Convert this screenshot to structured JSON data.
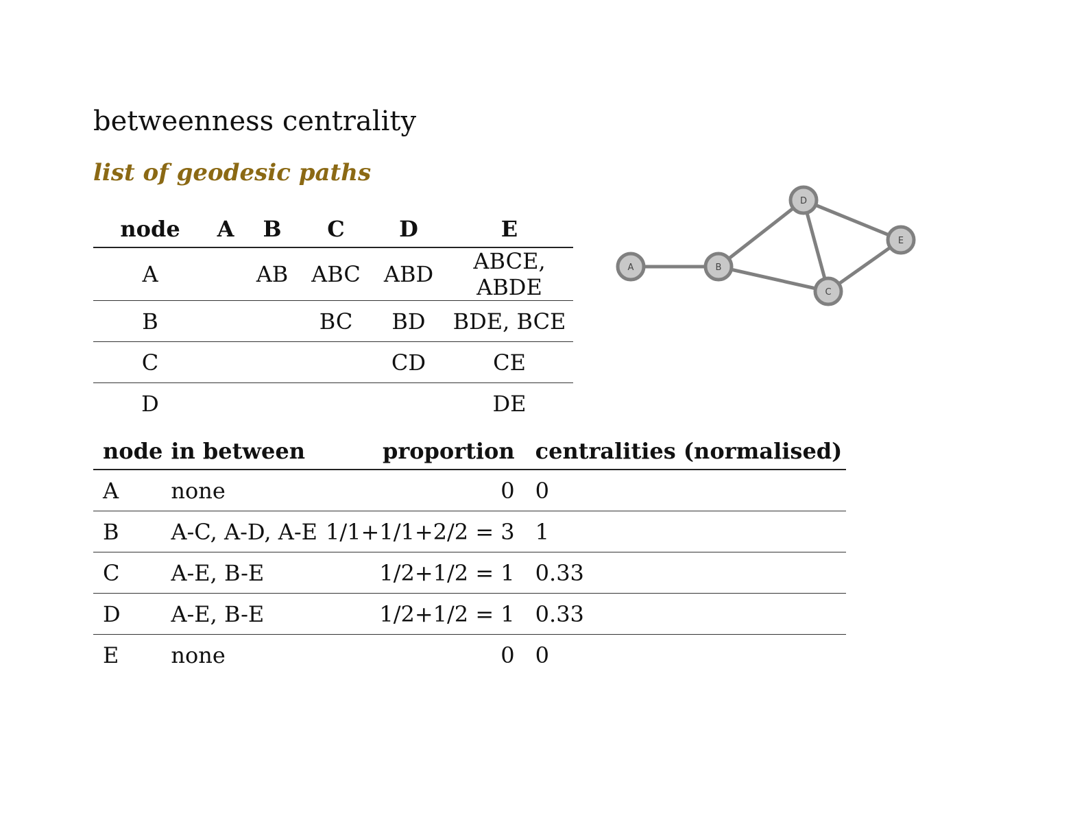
{
  "title": "betweenness centrality",
  "subtitle": "list of geodesic paths",
  "paths_table": {
    "headers": [
      "node",
      "A",
      "B",
      "C",
      "D",
      "E"
    ],
    "rows": [
      [
        "A",
        "",
        "AB",
        "ABC",
        "ABD",
        "ABCE, ABDE"
      ],
      [
        "B",
        "",
        "",
        "BC",
        "BD",
        "BDE, BCE"
      ],
      [
        "C",
        "",
        "",
        "",
        "CD",
        "CE"
      ],
      [
        "D",
        "",
        "",
        "",
        "",
        "DE"
      ]
    ]
  },
  "centrality_table": {
    "headers": [
      "node",
      "in between",
      "proportion",
      "centralities (normalised)"
    ],
    "rows": [
      [
        "A",
        "none",
        "0",
        "0"
      ],
      [
        "B",
        "A-C, A-D, A-E",
        "1/1+1/1+2/2 = 3",
        "1"
      ],
      [
        "C",
        "A-E, B-E",
        "1/2+1/2 = 1",
        "0.33"
      ],
      [
        "D",
        "A-E, B-E",
        "1/2+1/2 = 1",
        "0.33"
      ],
      [
        "E",
        "none",
        "0",
        "0"
      ]
    ]
  },
  "graph": {
    "nodes": [
      "A",
      "B",
      "C",
      "D",
      "E"
    ],
    "edges": [
      [
        "A",
        "B"
      ],
      [
        "B",
        "D"
      ],
      [
        "B",
        "C"
      ],
      [
        "C",
        "D"
      ],
      [
        "D",
        "E"
      ],
      [
        "C",
        "E"
      ]
    ],
    "colors": {
      "edge": "#808080",
      "node_fill": "#c8c8c8",
      "node_stroke": "#808080"
    }
  }
}
